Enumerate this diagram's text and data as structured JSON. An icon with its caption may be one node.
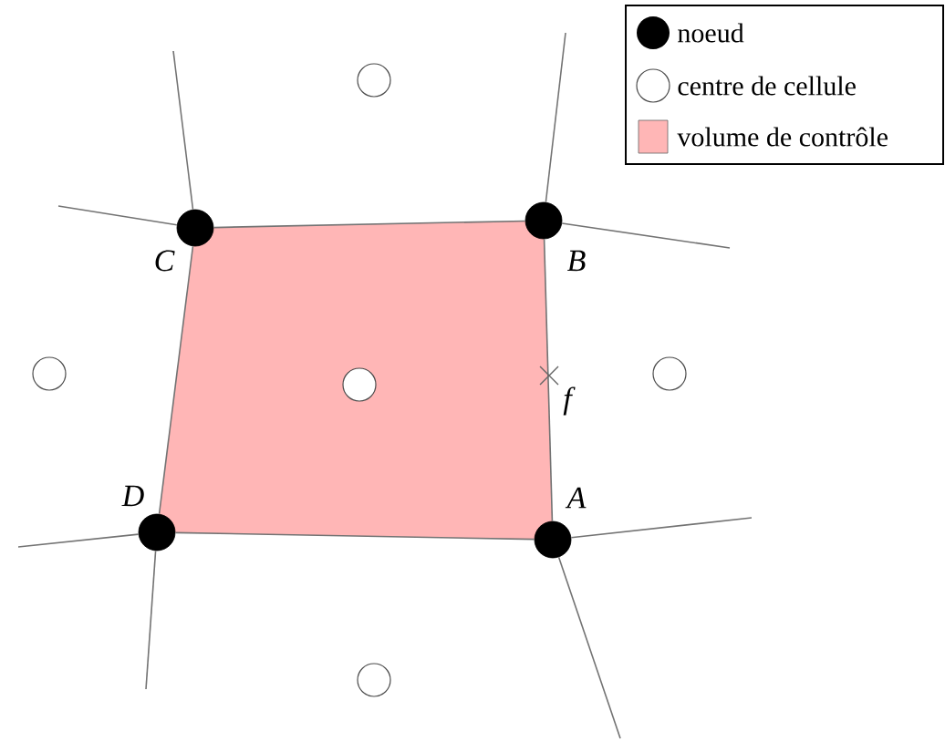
{
  "diagram": {
    "nodes": [
      {
        "text": [],
        "shape": "circle"
      },
      {
        "text": [],
        "shape": "circle",
        "beside": [
          "C"
        ]
      },
      {
        "text": [],
        "shape": "circle",
        "beside": [
          "B"
        ]
      },
      {
        "text": [],
        "shape": "circle"
      },
      {
        "text": [],
        "shape": "circle"
      },
      {
        "text": [],
        "shape": "circle"
      },
      {
        "text": [],
        "shape": "circle",
        "beside": [
          "D"
        ]
      },
      {
        "text": [],
        "shape": "circle",
        "beside": [
          "A"
        ]
      },
      {
        "text": [],
        "shape": "circle"
      }
    ],
    "edges": [
      {
        "from": 7,
        "to": 2,
        "arrow": "none"
      },
      {
        "from": 2,
        "to": 1,
        "arrow": "none"
      },
      {
        "from": 1,
        "to": 6,
        "arrow": "none"
      },
      {
        "from": 6,
        "to": 7,
        "arrow": "none"
      },
      {
        "from": 1,
        "to": null,
        "arrow": "none"
      },
      {
        "from": 1,
        "to": null,
        "arrow": "none"
      },
      {
        "from": 2,
        "to": null,
        "arrow": "none"
      },
      {
        "from": 2,
        "to": null,
        "arrow": "none"
      },
      {
        "from": 6,
        "to": null,
        "arrow": "none"
      },
      {
        "from": 6,
        "to": null,
        "arrow": "none"
      },
      {
        "from": 7,
        "to": null,
        "arrow": "none"
      },
      {
        "from": 7,
        "to": null,
        "arrow": "none"
      }
    ],
    "labels": [
      "f"
    ],
    "legend": [
      {
        "text": "noeud"
      },
      {
        "text": "centre de cellule"
      },
      {
        "text": "volume de contrôle",
        "color": "#ffb6b6"
      }
    ]
  }
}
